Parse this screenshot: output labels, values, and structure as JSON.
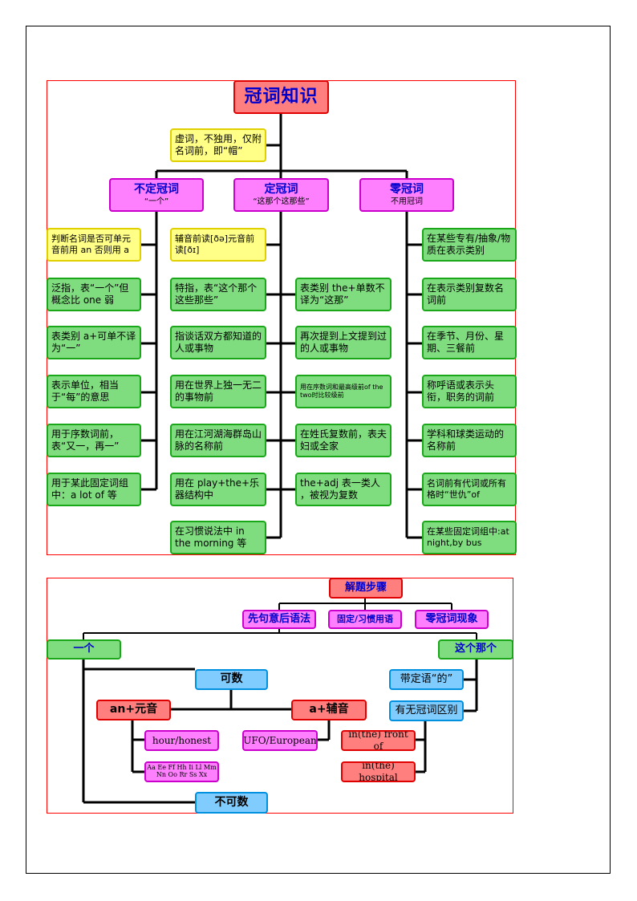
{
  "top": {
    "title": "冠词知识",
    "note": "虚词，不独用，仅附名词前，即“帽”",
    "categories": [
      {
        "name": "不定冠词",
        "sub": "“一个”"
      },
      {
        "name": "定冠词",
        "sub": "“这那个这那些”"
      },
      {
        "name": "零冠词",
        "sub": "不用冠词"
      }
    ],
    "indefinite": [
      "判断名词是否可单元音前用 an 否则用 a",
      "泛指，表“一个”但概念比 one 弱",
      "表类别 a+可单不译为“一”",
      "表示单位，相当于“每”的意思",
      "用于序数词前，表“又一，再一”",
      "用于某此固定词组中：a lot of 等"
    ],
    "definite_note": "辅音前读[ðə]元音前读[ðɪ]",
    "definite_left": [
      "特指，表“这个那个这些那些”",
      "指谈话双方都知道的人或事物",
      "用在世界上独一无二的事物前",
      "用在江河湖海群岛山脉的名称前",
      "用在 play+the+乐器结构中",
      "在习惯说法中 in the morning  等"
    ],
    "definite_right": [
      "表类别 the+单数不译为“这那”",
      "再次提到上文提到过的人或事物",
      "用在序数词和最高级前of the two时比较级前",
      "在姓氏复数前，表夫妇或全家",
      "the+adj 表一类人 ，被视为复数"
    ],
    "zero": [
      "在某些专有/抽象/物质在表示类别",
      "在表示类别复数名词前",
      "在季节、月份、星期、三餐前",
      "称呼语或表示头衔，职务的词前",
      "学科和球类运动的名称前",
      "名词前有代词或所有格时“世仇”of",
      "在某些固定词组中:at night,by bus"
    ]
  },
  "bottom": {
    "title": "解题步骤",
    "steps": [
      "先句意后语法",
      "固定/习惯用语",
      "零冠词现象"
    ],
    "left_head": "一个",
    "right_head": "这个那个",
    "countable": "可数",
    "uncountable": "不可数",
    "an_vowel": "an+元音",
    "a_consonant": "a+辅音",
    "hour": "hour/honest",
    "letters": "Aa Ee Ff Hh Ii Ll Mm Nn Oo Rr Ss Xx",
    "ufo": "UFO/European",
    "attr": "带定语“的”",
    "diff": "有无冠词区别",
    "front": "in(the) front of",
    "hospital": "in(the) hospital"
  }
}
